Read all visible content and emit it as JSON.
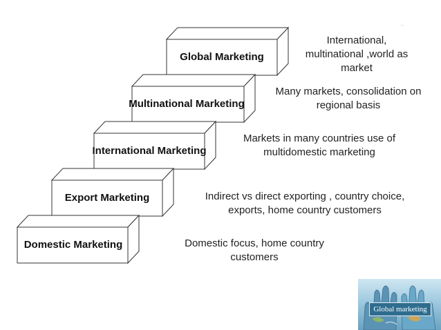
{
  "steps": [
    {
      "label": "Domestic Marketing",
      "description": [
        "Domestic focus, home country",
        "customers"
      ]
    },
    {
      "label": "Export Marketing",
      "description": [
        "Indirect vs direct exporting , country choice,",
        "exports, home country customers"
      ]
    },
    {
      "label": "International Marketing",
      "description": [
        "Markets in many countries use of",
        "multidomestic marketing"
      ]
    },
    {
      "label": "Multinational Marketing",
      "description": [
        "Many markets, consolidation on",
        "regional basis"
      ]
    },
    {
      "label": "Global Marketing",
      "description": [
        "International,",
        "multinational ,world as",
        "market"
      ]
    }
  ],
  "thumbnail": {
    "caption": "Global marketing"
  },
  "colors": {
    "box_fill": "#ffffff",
    "box_stroke": "#333333",
    "thumb_label_bg": "#2f6d8f"
  }
}
